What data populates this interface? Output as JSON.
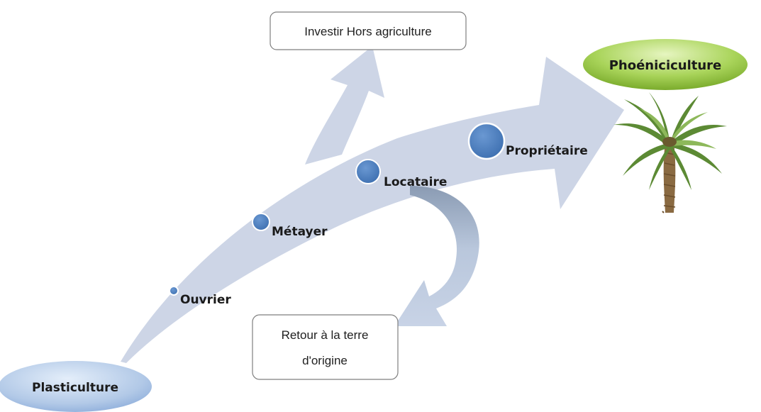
{
  "diagram": {
    "start": {
      "label": "Plasticulture"
    },
    "end": {
      "label": "Phoéniciculture"
    },
    "stages": [
      {
        "label": "Ouvrier"
      },
      {
        "label": "Métayer"
      },
      {
        "label": "Locataire"
      },
      {
        "label": "Propriétaire"
      }
    ],
    "exit_invest": {
      "label": "Investir Hors agriculture"
    },
    "exit_return": {
      "line1": "Retour à la terre",
      "line2": "d'origine"
    },
    "colors": {
      "arrow_fill": "#cdd5e6",
      "stage_dot": "#4a7ebf",
      "start_oval": "#a9c2e3",
      "end_oval": "#9ccc48"
    },
    "icons": {
      "palm": "palm-tree-icon"
    }
  }
}
